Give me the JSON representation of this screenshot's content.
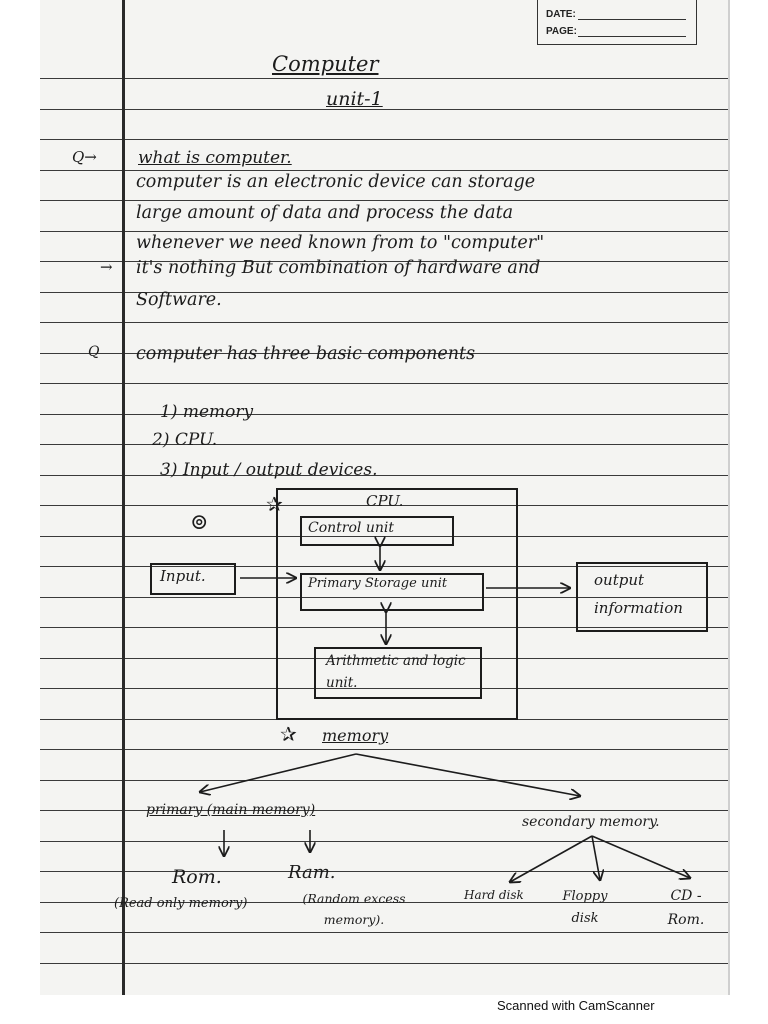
{
  "header": {
    "date_label": "DATE:",
    "page_label": "PAGE:"
  },
  "title": "Computer",
  "subtitle": "unit-1",
  "q1": {
    "marker": "Q→",
    "question": "what is computer.",
    "lines": [
      "computer is an electronic device can storage",
      "large amount of data and process the data",
      "whenever we need known from to \"computer\"",
      "it's nothing But combination of hardware and",
      "Software."
    ],
    "arrow": "→"
  },
  "components": {
    "marker": "Q",
    "intro": "computer has three basic components",
    "items": [
      "1) memory",
      "2) CPU.",
      "3) Input / output devices."
    ]
  },
  "cpu_diagram": {
    "cpu_label": "CPU.",
    "control_unit": "Control unit",
    "input": "Input.",
    "primary_storage": "Primary Storage unit",
    "output": "output information",
    "alu": "Arithmetic and logic unit."
  },
  "memory_tree": {
    "title": "memory",
    "primary": "primary (main memory)",
    "secondary": "secondary memory.",
    "rom": "Rom.",
    "rom_full": "(Read only memory)",
    "ram": "Ram.",
    "ram_full": "(Random excess memory).",
    "hard_disk": "Hard disk",
    "floppy": "Floppy disk",
    "cd_rom": "CD - Rom."
  },
  "footer": {
    "scanner": "Scanned with CamScanner"
  }
}
